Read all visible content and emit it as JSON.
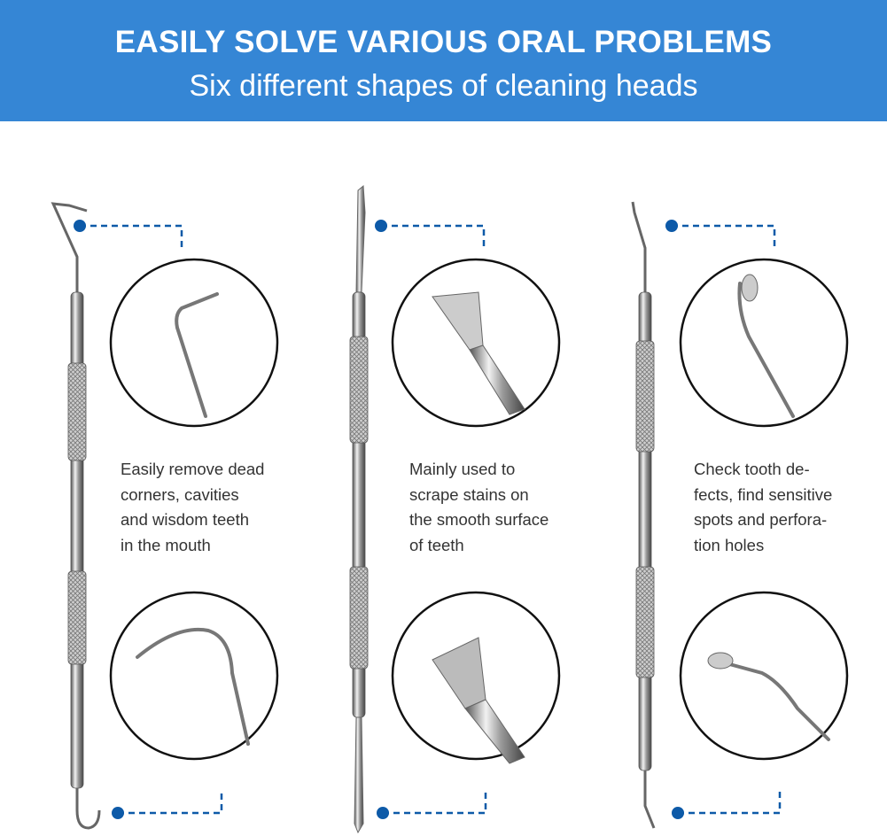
{
  "banner": {
    "title": "EASILY SOLVE VARIOUS ORAL PROBLEMS",
    "subtitle": "Six different shapes of cleaning heads"
  },
  "colors": {
    "banner": "#3586d5",
    "accent_dot": "#0d5aa8",
    "text": "#333333"
  },
  "tools": [
    {
      "lines": [
        "Easily remove dead",
        "corners, cavities",
        "and wisdom teeth",
        "in the mouth"
      ]
    },
    {
      "lines": [
        "Mainly used to",
        "scrape stains on",
        "the smooth surface",
        "of teeth"
      ]
    },
    {
      "lines": [
        "Check tooth de-",
        "fects, find sensitive",
        "spots and perfora-",
        "tion holes"
      ]
    }
  ]
}
